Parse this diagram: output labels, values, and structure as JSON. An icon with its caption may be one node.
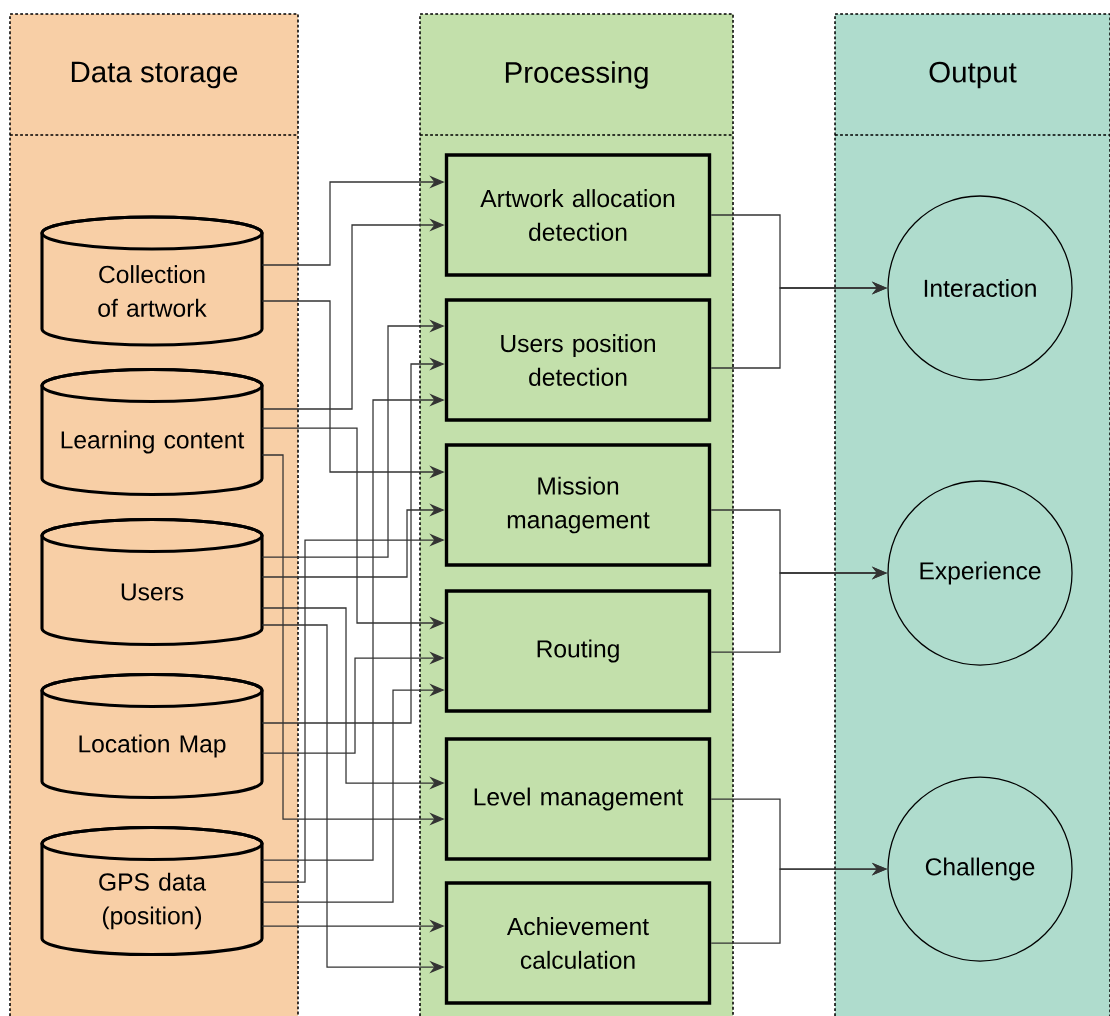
{
  "diagram": {
    "nodes": [
      {
        "text": [
          "Data storage"
        ]
      },
      {
        "text": [
          "Processing"
        ]
      },
      {
        "text": [
          "Output"
        ]
      },
      {
        "text": [
          "Collection of artwork"
        ],
        "in": 0
      },
      {
        "text": [
          "Learning content"
        ],
        "in": 0
      },
      {
        "text": [
          "Users"
        ],
        "in": 0
      },
      {
        "text": [
          "Location Map"
        ],
        "in": 0
      },
      {
        "text": [
          "GPS data (position)"
        ],
        "in": 0
      },
      {
        "text": [
          "Artwork allocation detection"
        ],
        "in": 1
      },
      {
        "text": [
          "Users position detection"
        ],
        "in": 1
      },
      {
        "text": [
          "Mission management"
        ],
        "in": 1
      },
      {
        "text": [
          "Routing"
        ],
        "in": 1
      },
      {
        "text": [
          "Level management"
        ],
        "in": 1
      },
      {
        "text": [
          "Achievement calculation"
        ],
        "in": 1
      },
      {
        "text": [
          "Interaction"
        ],
        "in": 2
      },
      {
        "text": [
          "Experience"
        ],
        "in": 2
      },
      {
        "text": [
          "Challenge"
        ],
        "in": 2
      }
    ],
    "edges": [
      {
        "from": 3,
        "to": 8,
        "arrow": "to"
      },
      {
        "from": 3,
        "to": 10,
        "arrow": "to"
      },
      {
        "from": 4,
        "to": 8,
        "arrow": "to"
      },
      {
        "from": 4,
        "to": 11,
        "arrow": "to"
      },
      {
        "from": 4,
        "to": 12,
        "arrow": "to"
      },
      {
        "from": 5,
        "to": 9,
        "arrow": "to"
      },
      {
        "from": 5,
        "to": 10,
        "arrow": "to"
      },
      {
        "from": 5,
        "to": 12,
        "arrow": "to"
      },
      {
        "from": 5,
        "to": 13,
        "arrow": "to"
      },
      {
        "from": 6,
        "to": 9,
        "arrow": "to"
      },
      {
        "from": 6,
        "to": 11,
        "arrow": "to"
      },
      {
        "from": 7,
        "to": 9,
        "arrow": "to"
      },
      {
        "from": 7,
        "to": 10,
        "arrow": "to"
      },
      {
        "from": 7,
        "to": 11,
        "arrow": "to"
      },
      {
        "from": 7,
        "to": 13,
        "arrow": "to"
      },
      {
        "from": 8,
        "to": 14,
        "arrow": "to"
      },
      {
        "from": 9,
        "to": 14,
        "arrow": "to"
      },
      {
        "from": 10,
        "to": 15,
        "arrow": "to"
      },
      {
        "from": 11,
        "to": 15,
        "arrow": "to"
      },
      {
        "from": 12,
        "to": 16,
        "arrow": "to"
      },
      {
        "from": 13,
        "to": 16,
        "arrow": "to"
      }
    ]
  }
}
